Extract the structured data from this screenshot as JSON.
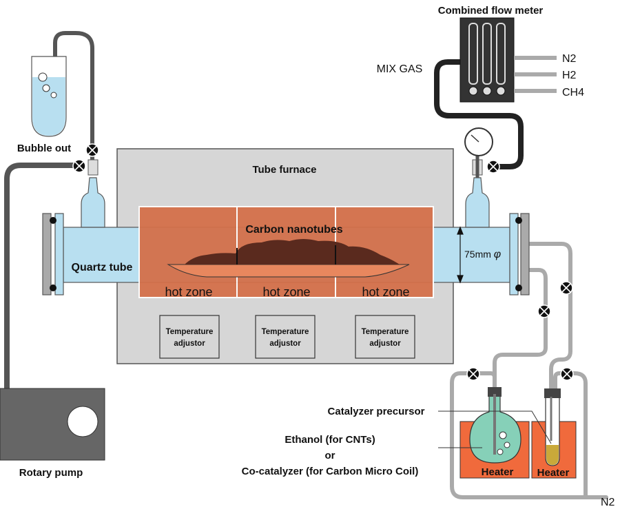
{
  "labels": {
    "flow_meter": "Combined flow meter",
    "mix_gas": "MIX GAS",
    "gas_n2": "N2",
    "gas_h2": "H2",
    "gas_ch4": "CH4",
    "bubble_out": "Bubble out",
    "tube_furnace": "Tube furnace",
    "carbon_nanotubes": "Carbon nanotubes",
    "quartz_tube": "Quartz tube",
    "diameter": "75mm",
    "diameter_symbol": "φ",
    "hot_zone_1": "hot zone",
    "hot_zone_2": "hot zone",
    "hot_zone_3": "hot zone",
    "temp_adjustor_1_line1": "Temperature",
    "temp_adjustor_1_line2": "adjustor",
    "temp_adjustor_2_line1": "Temperature",
    "temp_adjustor_2_line2": "adjustor",
    "temp_adjustor_3_line1": "Temperature",
    "temp_adjustor_3_line2": "adjustor",
    "rotary_pump": "Rotary pump",
    "catalyzer_precursor": "Catalyzer precursor",
    "ethanol": "Ethanol (for CNTs)",
    "or": "or",
    "co_catalyzer": "Co-catalyzer (for Carbon Micro Coil)",
    "heater_1": "Heater",
    "heater_2": "Heater",
    "n2_bottom": "N2"
  },
  "colors": {
    "tube_blue": "#b8dff0",
    "furnace_gray": "#d6d6d6",
    "hot_zone_orange": "#d4704a",
    "heater_orange": "#f06a3c",
    "nanotube_brown": "#5a2a1e",
    "boat_orange": "#e8875e",
    "pipe_dark": "#555555",
    "pipe_light": "#aaaaaa",
    "liquid_green": "#86d0b8",
    "precursor_yellow": "#c9a93a"
  }
}
